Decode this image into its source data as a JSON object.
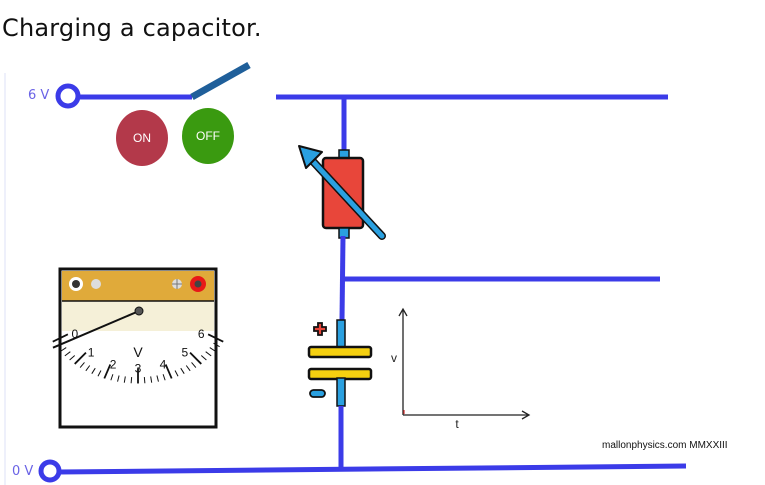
{
  "page": {
    "title": "Charging a capacitor."
  },
  "terminals": {
    "top_label": "6 V",
    "bottom_label": "0 V"
  },
  "switch": {
    "state": "open",
    "on_label": "ON",
    "off_label": "OFF"
  },
  "voltmeter": {
    "unit_label": "V",
    "scale_labels": [
      "0",
      "1",
      "2",
      "3",
      "4",
      "5",
      "6"
    ],
    "reading": 0,
    "scale_min": 0,
    "scale_max": 6
  },
  "capacitor": {
    "plus_symbol": "+",
    "minus_symbol": "−"
  },
  "graph": {
    "y_label": "v",
    "x_label": "t"
  },
  "colors": {
    "wire": "#3b3be8",
    "switch_arm": "#1f5f9a",
    "resistor": "#e8463a",
    "arrow": "#2aa0e0",
    "plate": "#f5d010",
    "on_button": "#b3394a",
    "off_button": "#3a9a10"
  },
  "footer": {
    "credit": "mallonphysics.com MMXXIII"
  }
}
